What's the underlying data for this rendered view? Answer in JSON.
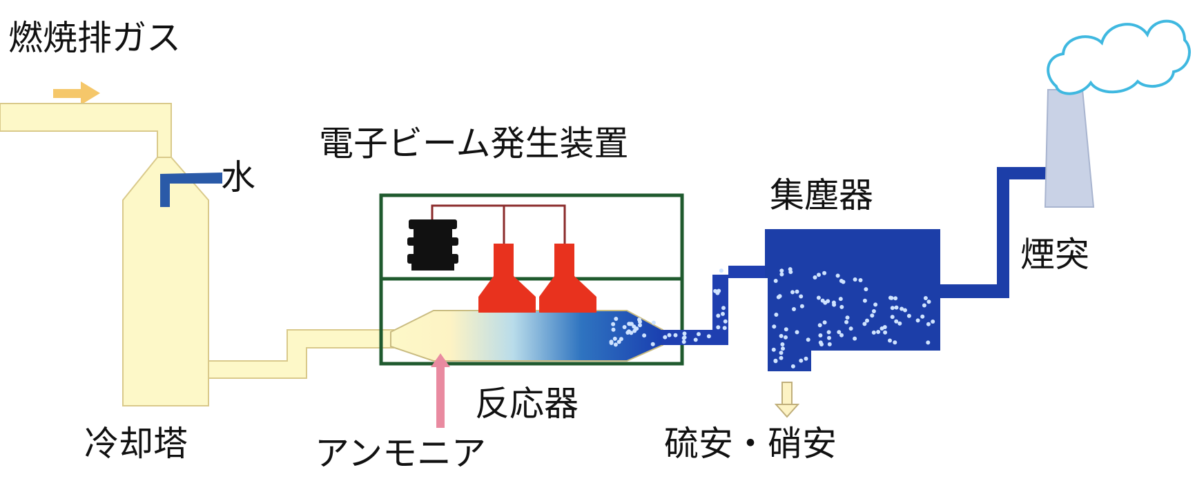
{
  "labels": {
    "exhaust_gas": "燃焼排ガス",
    "water": "水",
    "eb_generator": "電子ビーム発生装置",
    "dust_collector": "集塵器",
    "chimney": "煙突",
    "cooling_tower": "冷却塔",
    "reactor": "反応器",
    "ammonia": "アンモニア",
    "byproduct": "硫安・硝安"
  },
  "colors": {
    "gas_pipe": "#fdf8c8",
    "pipe_outline": "#d9c98a",
    "gas_arrow": "#f5c76a",
    "water_pipe": "#2a5aa8",
    "frame": "#1f5a2e",
    "accelerator_head": "#e8321e",
    "transformer": "#111111",
    "ammonia_arrow": "#e98aa0",
    "clean_gas": "#1f3fb0",
    "collector": "#1c3ea8",
    "particles": "#cfe3ff",
    "chimney": "#c9d2e6",
    "smoke": "#3fb8e0"
  }
}
